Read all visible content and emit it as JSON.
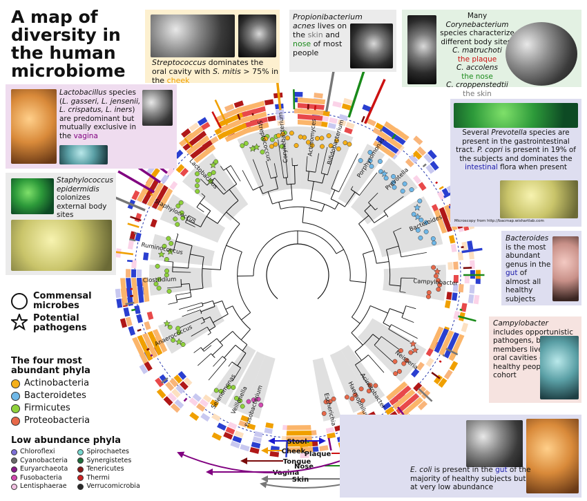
{
  "title": "A map of diversity in the human microbiome",
  "callouts": {
    "streptococcus": {
      "italic": "Streptococcus",
      "text1": " dominates the oral cavity with ",
      "italic2": "S. mitis",
      "text2": " > 75% in the ",
      "highlight": "cheek",
      "highlight_color": "#f0a000"
    },
    "propioni": {
      "italic": "Propionibacterium acnes",
      "text1": " lives on the ",
      "skin": "skin",
      "text2": " and ",
      "nose": "nose",
      "text3": " of most people",
      "skin_color": "#777777",
      "nose_color": "#1a8a1a"
    },
    "coryne": {
      "line1": "Many ",
      "italic": "Corynebacterium",
      "line2": " species characterize different body sites:",
      "sp1": "C. matruchoti",
      "sp1_site": "the plaque",
      "sp1_color": "#cc1111",
      "sp2": "C. accolens",
      "sp2_site": "the nose",
      "sp2_color": "#1a8a1a",
      "sp3": "C. croppenstedtii",
      "sp3_site": "the skin",
      "sp3_color": "#777777"
    },
    "lactobacillus": {
      "italic": "Lactobacillus",
      "text1": " species (",
      "italic2": "L. gasseri, L. jensenii, L. crispatus, L. iners",
      "text2": ") are predominant but mutually exclusive in the ",
      "highlight": "vagina",
      "highlight_color": "#800080"
    },
    "staph": {
      "italic": "Staphylococcus epidermidis",
      "text1": " colonizes external body sites"
    },
    "prevotella": {
      "text1": "Several ",
      "italic": "Prevotella",
      "text2": " species are present in the gastrointestinal tract.  ",
      "italic2": "P. copri",
      "text3": " is present in 19% of the subjects and dominates the ",
      "highlight": "intestinal",
      "highlight_color": "#1a1aaa",
      "text4": " flora when present",
      "credit": "Microscopy from http://bacmap.wishartlab.com"
    },
    "bacteroides": {
      "italic": "Bacteroides",
      "text1": " is the most abundant genus in the ",
      "highlight": "gut",
      "highlight_color": "#1a1aaa",
      "text2": " of almost all healthy subjects"
    },
    "campylobacter": {
      "italic": "Campylobacter",
      "text1": " includes opportunistic pathogens, but members live in the oral cavities of most healthy people in the cohort"
    },
    "ecoli": {
      "italic": "E. coli",
      "text1": " is present in the ",
      "highlight": "gut",
      "highlight_color": "#1a1aaa",
      "text2": " of the majority of healthy subjects but at very low abundance"
    }
  },
  "legend": {
    "commensal": "Commensal microbes",
    "pathogen": "Potential pathogens",
    "phyla_title": "The four most abundant phyla",
    "phyla": [
      {
        "name": "Actinobacteria",
        "color": "#f5b01a"
      },
      {
        "name": "Bacteroidetes",
        "color": "#6fb8e8"
      },
      {
        "name": "Firmicutes",
        "color": "#8fd13b"
      },
      {
        "name": "Proteobacteria",
        "color": "#e8694a"
      }
    ],
    "low_title": "Low abundance phyla",
    "low_left": [
      {
        "name": "Chloroflexi",
        "color": "#7d6fd6"
      },
      {
        "name": "Cyanobacteria",
        "color": "#6a6a6a"
      },
      {
        "name": "Euryarchaeota",
        "color": "#8a1a8a"
      },
      {
        "name": "Fusobacteria",
        "color": "#d24ab0"
      },
      {
        "name": "Lentisphaerae",
        "color": "#f0c0e0"
      }
    ],
    "low_right": [
      {
        "name": "Spirochaetes",
        "color": "#78d8d0"
      },
      {
        "name": "Synergistetes",
        "color": "#1f6e3c"
      },
      {
        "name": "Tenericutes",
        "color": "#8a1a1a"
      },
      {
        "name": "Thermi",
        "color": "#cc2222"
      },
      {
        "name": "Verrucomicrobia",
        "color": "#2a2a2a"
      }
    ]
  },
  "body_sites": [
    {
      "name": "Stool",
      "color": "#1a1ad0"
    },
    {
      "name": "Cheek",
      "color": "#f0a000"
    },
    {
      "name": "Plaque",
      "color": "#cc1111"
    },
    {
      "name": "Tongue",
      "color": "#7a0a0a"
    },
    {
      "name": "Nose",
      "color": "#1a8a1a"
    },
    {
      "name": "Vagina",
      "color": "#800080"
    },
    {
      "name": "Skin",
      "color": "#777777"
    }
  ],
  "clade_labels": [
    "Streptococcus",
    "Lactobacillus",
    "Staphylococcus",
    "Ruminococcus",
    "Clostridium",
    "Anaerococcus",
    "Selenomonas",
    "Veillonella",
    "Fusobacterium",
    "Escherichia",
    "Haemophilus",
    "Acinetobacter",
    "Neisseria",
    "Campylobacter",
    "Bacteroides",
    "Prevotella",
    "Porphyromonas",
    "Bifidobacterium",
    "Actinomyces",
    "Corynebacterium"
  ]
}
